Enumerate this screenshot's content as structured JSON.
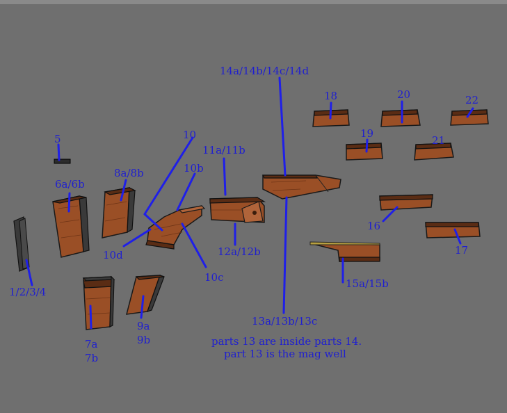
{
  "labels": {
    "l1234": "1/2/3/4",
    "l5": "5",
    "l6": "6a/6b",
    "l7a": "7a",
    "l7b": "7b",
    "l8": "8a/8b",
    "l9a": "9a",
    "l9b": "9b",
    "l10": "10",
    "l10b": "10b",
    "l10c": "10c",
    "l10d": "10d",
    "l11": "11a/11b",
    "l12": "12a/12b",
    "l13": "13a/13b/13c",
    "l14": "14a/14b/14c/14d",
    "l15": "15a/15b",
    "l16": "16",
    "l17": "17",
    "l18": "18",
    "l19": "19",
    "l20": "20",
    "l21": "21",
    "l22": "22"
  },
  "notes": {
    "line1": "parts 13 are inside parts 14.",
    "line2": "part 13 is the mag well"
  },
  "colors": {
    "background": "#6f6f6f",
    "label": "#1f1fd0",
    "wood": "#9a4f26"
  }
}
